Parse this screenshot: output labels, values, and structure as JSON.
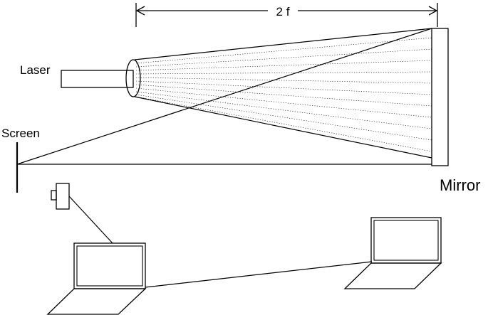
{
  "labels": {
    "distance": "2 f",
    "laser": "Laser",
    "screen": "Screen",
    "mirror": "Mirror"
  },
  "colors": {
    "ink": "#000000",
    "background": "#ffffff"
  },
  "icons": {
    "camera": "camera-icon",
    "laptop_left": "laptop-icon",
    "laptop_right": "laptop-icon"
  }
}
